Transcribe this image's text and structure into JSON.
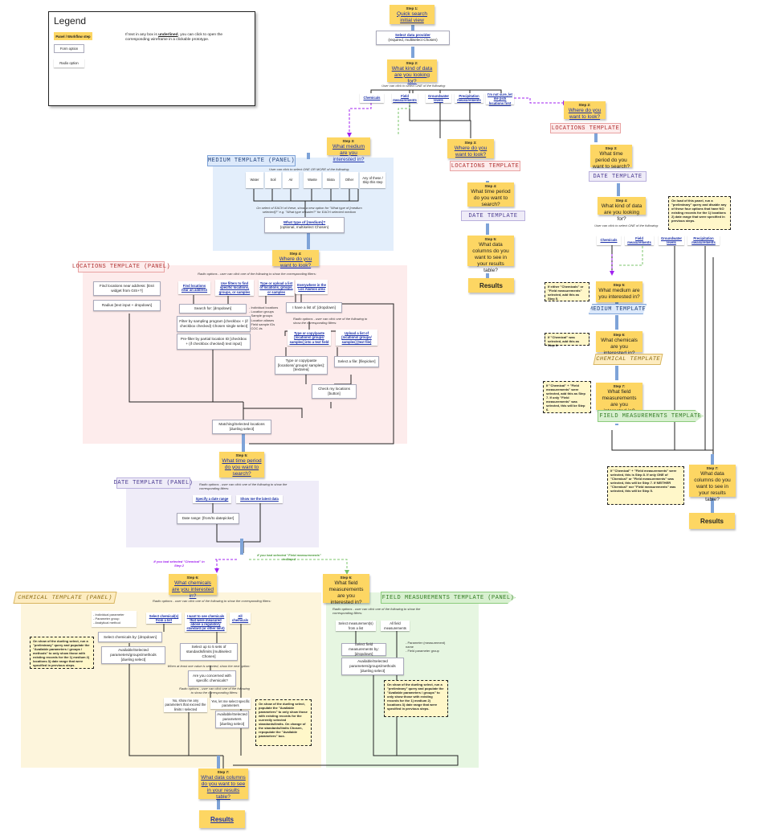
{
  "legend": {
    "title": "Legend",
    "panel_label": "Panel / Workflow step",
    "form_label": "Form option",
    "radio_label": "Radio option",
    "note_pre": "If text in any box is ",
    "note_underlined": "underlined",
    "note_post": ", you can click to open the corresponding wireframe in a clickable prototype."
  },
  "main": {
    "step1": {
      "num": "Step 1:",
      "text": "Quick search initial view"
    },
    "provider": {
      "title": "Select data provider",
      "sub": "(required, multiselect Chosen)"
    },
    "step2": {
      "num": "Step 2:",
      "text": "What kind of data are you looking for?"
    },
    "step2_note": "User can click to select ONE of the following:",
    "kinds": [
      "Chemicals",
      "Field measurements",
      "Groundwater levels",
      "Precipitation measurements",
      "I'm not sure, let me pick locations first"
    ],
    "step3_medium": {
      "num": "Step 3:",
      "text": "What medium are you interested in?"
    },
    "step3_loc": {
      "num": "Step 3:",
      "text": "Where do you want to look?"
    },
    "step4_time": {
      "num": "Step 4:",
      "text": "What time period do you want to search?"
    },
    "step5_cols": {
      "num": "Step 5:",
      "text": "What data columns do you want to see in your results table?"
    },
    "results_mid": "Results"
  },
  "templates": {
    "medium_panel": "MEDIUM TEMPLATE (PANEL)",
    "locations_panel": "LOCATIONS TEMPLATE (PANEL)",
    "date_panel": "DATE TEMPLATE (PANEL)",
    "chemical_panel": "CHEMICAL TEMPLATE (PANEL)",
    "field_panel": "FIELD MEASUREMENTS TEMPLATE (PANEL)",
    "locations": "LOCATIONS TEMPLATE",
    "date": "DATE TEMPLATE",
    "medium": "MEDIUM TEMPLATE",
    "chemical": "CHEMICAL TEMPLATE",
    "field": "FIELD MEASUREMENTS TEMPLATE"
  },
  "medium": {
    "note": "User can click to select ONE OR MORE of the following:",
    "options": [
      "Water",
      "Soil",
      "Air",
      "Waste",
      "Biota",
      "Other",
      "Any of these / Skip this step"
    ],
    "note2": "On select of EACH of these, show a new option for \"What type of [medium selected]?\" e.g. \"What type of water?\" for EACH selected medium",
    "type_title": "What type of [medium]?",
    "type_sub": "(optional, multiselect Chosen)",
    "step4": {
      "num": "Step 4:",
      "text": "Where do you want to look?"
    }
  },
  "locations": {
    "note": "Radio options - user can click one of the following to show the corresponding filters:",
    "find_addr": "Find locations near address: [Esri widget from GIS+?]",
    "radius": "Radius [text input + dropdown]",
    "opts": [
      "Find locations near an address",
      "Use filters to find specific locations, groups, or samples",
      "Type or upload a list of locations, groups, or samples",
      "Everywhere in the Los Alamos area"
    ],
    "search_for": "Search for: [dropdown]",
    "search_list": [
      "- Individual locations",
      "- Location groups",
      "- Sample groups",
      "- Location aliases",
      "- Field sample IDs",
      "- COC #s"
    ],
    "have_list": "I have a list of: [dropdown]",
    "filter_program": "Filter by sampling program [checkbox + (if checkbox checked) Chosen single select]",
    "prefilter": "Pre-filter by partial location ID [checkbox + (if checkbox checked) text input]",
    "radio_note2": "Radio options - user can click one of the following to show the corresponding filters:",
    "type_copy": "Type or copy/paste [locations/ groups/ samples] into a text field",
    "upload": "Upload a list of [locations/ groups/ samples] (text file)",
    "type_box": "Type or copy/paste [locations/ groups/ samples]: [textarea]",
    "select_file": "Select a file: [filepicker]",
    "check": "Check my locations [button]",
    "matching": "Matching/Selected locations [dueling select]",
    "step5": {
      "num": "Step 5:",
      "text": "What time period do you want to search?"
    }
  },
  "date": {
    "note": "Radio options - user can click one of the following to show the corresponding filters:",
    "opt1": "Specify a date range",
    "opt2": "Show me the latest data",
    "range": "Date range: [from/to datepicker]",
    "if_chem": "If you had selected \"Chemical\" in Step 2",
    "if_field": "If you had selected \"Field measurements\" in Step 2",
    "step6_chem": {
      "num": "Step 6:",
      "text": "What chemicals are you interested in?"
    },
    "step6_field": {
      "num": "Step 6:",
      "text": "What field measurements are you interested in?"
    }
  },
  "chemical": {
    "note": "Radio options - user can click one of the following to show the corresponding filters:",
    "param_list": [
      "- Individual parameter",
      "- Parameter group",
      "- Analytical method"
    ],
    "opts": [
      "Select chemical(s) from a list",
      "I want to see chemicals that were measured above a regulatory standard (or other limit)",
      "All chemicals"
    ],
    "select_by": "Select chemicals by: [dropdown]",
    "avail": "Available/Selected parameters/groups/methods [dueling select]",
    "up_to": "Select up to 5 sets of standards/limits [multiselect Chosen]",
    "when_note": "When at least one value is selected, show the next option:",
    "concerned": "Are you concerned with specific chemicals?",
    "radio_note": "Radio options - user can click one of the following to show the corresponding filters:",
    "no_opt": "No, show me any parameters that exceed the limits I selected",
    "yes_opt": "Yes, let me select specific parameters",
    "avail2": "Available/Selected parameters [dueling select]",
    "dnote1": "On show of the dueling select, run a \"preliminary\" query and populate the \"Available parameters / groups / methods\" to only show those with existing records for the 1) medium 2) locations 3) date range that were specified in previous steps.",
    "dnote2": "On show of the dueling select, populate the \"Available parameters\" to only show those with existing records for the currently selected standards/limits. On change of the standards/limits Chosen, repopulate the \"Available parameters\" box.",
    "step7": {
      "num": "Step 7:",
      "text": "What data columns do you want to see in your results table?"
    },
    "results": "Results"
  },
  "field": {
    "note": "Radio options - user can click one of the following to show the corresponding filters:",
    "opt1": "Select measurement(s) from a list",
    "opt2": "All field measurements",
    "select_by": "Select field measurements by: [dropdown]",
    "list": [
      "- Parameter (measurement) name",
      "- Field parameter group"
    ],
    "avail": "Available/Selected parameters/groups/methods [dueling select]",
    "dnote": "On show of the dueling select, run a \"preliminary\" query and populate the \"Available parameters / groups\" to only show those with existing records for the 1) medium 2) locations 3) date range that were specified in previous steps."
  },
  "right": {
    "step2": {
      "num": "Step 2:",
      "text": "Where do you want to look?"
    },
    "step3": {
      "num": "Step 3:",
      "text": "What time period do you want to search?"
    },
    "step4": {
      "num": "Step 4:",
      "text": "What kind of data are you looking for?"
    },
    "load_note": "On load of this panel, run a \"preliminary\" query and disable any of these four options that have NO existing records for the 1) locations 2) date range that were specified in previous steps.",
    "kind_note": "User can click to select ONE of the following:",
    "kinds": [
      "Chemicals",
      "Field measurements",
      "Groundwater levels",
      "Precipitation measurements"
    ],
    "step5": {
      "num": "Step 5:",
      "text": "What medium are you interested in?"
    },
    "dn5": "If either \"Chemicals\" or \"Field measurements\" selected, add this as Step 5.",
    "step6": {
      "num": "Step 6:",
      "text": "What chemicals are you interested in?"
    },
    "dn6": "If \"Chemical\" was selected, add this as Step 6.",
    "step7a": {
      "num": "Step 7:",
      "text": "What field measurements are you interested in?"
    },
    "dn7a": "If \"Chemical\" + \"Field measurements\" were selected, add this as Step 7. If only \"Field measurements\" was selected, this will be Step 6.",
    "dn7b": "If \"Chemical\" + \"Field measurements\" were selected, this is Step 8. If only ONE of \"Chemical\" or \"Field measurements\" was selected, this will be Step 7. If NEITHER \"Chemical\" nor \"Field measurements\" was selected, this will be Step 5.",
    "step7b": {
      "num": "Step 7:",
      "text": "What data columns do you want to see in your results table?"
    },
    "results": "Results"
  },
  "colors": {
    "step": "#fdd663",
    "link": "#1a2fa8",
    "blue_panel": "#e3eefb",
    "pink_panel": "#fdecec",
    "purple_panel": "#efecf8",
    "yellow_panel": "#fdf5dc",
    "green_panel": "#e6f6e1",
    "arrow": "#7ea3d8"
  }
}
